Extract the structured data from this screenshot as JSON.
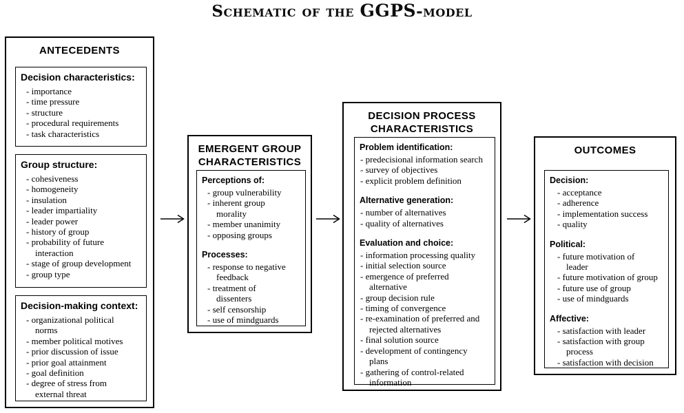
{
  "title": {
    "prefix": "Schematic of the ",
    "acronym": "GGPS",
    "suffix": "-model"
  },
  "boxes": [
    {
      "name": "antecedents",
      "heading": [
        "ANTECEDENTS"
      ],
      "panels": [
        {
          "sections": [
            {
              "heading": "Decision characteristics:",
              "items": [
                "importance",
                "time pressure",
                "structure",
                "procedural requirements",
                "task characteristics"
              ]
            }
          ]
        },
        {
          "sections": [
            {
              "heading": "Group structure:",
              "items": [
                "cohesiveness",
                "homogeneity",
                "insulation",
                "leader impartiality",
                "leader power",
                "history of group",
                "probability of future\ninteraction",
                "stage of group development",
                "group type"
              ]
            }
          ]
        },
        {
          "sections": [
            {
              "heading": "Decision-making context:",
              "items": [
                "organizational political\nnorms",
                "member political motives",
                "prior discussion of issue",
                "prior goal attainment",
                "goal definition",
                "degree of stress from\nexternal threat"
              ]
            }
          ]
        }
      ]
    },
    {
      "name": "emergent-group-characteristics",
      "heading": [
        "EMERGENT GROUP",
        "CHARACTERISTICS"
      ],
      "panels": [
        {
          "sections": [
            {
              "heading": "Perceptions of:",
              "items": [
                "group vulnerability",
                "inherent group\nmorality",
                "member unanimity",
                "opposing groups"
              ]
            },
            {
              "heading": "Processes:",
              "items": [
                "response to negative\nfeedback",
                "treatment of\ndissenters",
                "self censorship",
                "use of mindguards"
              ]
            }
          ]
        }
      ]
    },
    {
      "name": "decision-process-characteristics",
      "heading": [
        "DECISION PROCESS",
        "CHARACTERISTICS"
      ],
      "panels": [
        {
          "sections": [
            {
              "heading": "Problem identification:",
              "items": [
                "predecisional information search",
                "survey of objectives",
                "explicit problem definition"
              ]
            },
            {
              "heading": "Alternative generation:",
              "items": [
                "number of alternatives",
                "quality of alternatives"
              ]
            },
            {
              "heading": "Evaluation and choice:",
              "items": [
                "information processing quality",
                "initial selection source",
                "emergence of preferred\nalternative",
                "group decision rule",
                "timing of convergence",
                "re-examination of preferred and\nrejected alternatives",
                "final solution source",
                "development of contingency\nplans",
                "gathering of control-related\ninformation"
              ]
            }
          ]
        }
      ]
    },
    {
      "name": "outcomes",
      "heading": [
        "OUTCOMES"
      ],
      "panels": [
        {
          "sections": [
            {
              "heading": "Decision:",
              "items": [
                "acceptance",
                "adherence",
                "implementation success",
                "quality"
              ]
            },
            {
              "heading": "Political:",
              "items": [
                "future motivation of\nleader",
                "future motivation of group",
                "future use of group",
                "use of mindguards"
              ]
            },
            {
              "heading": "Affective:",
              "items": [
                "satisfaction with leader",
                "satisfaction with group\nprocess",
                "satisfaction with decision"
              ]
            }
          ]
        }
      ]
    }
  ]
}
